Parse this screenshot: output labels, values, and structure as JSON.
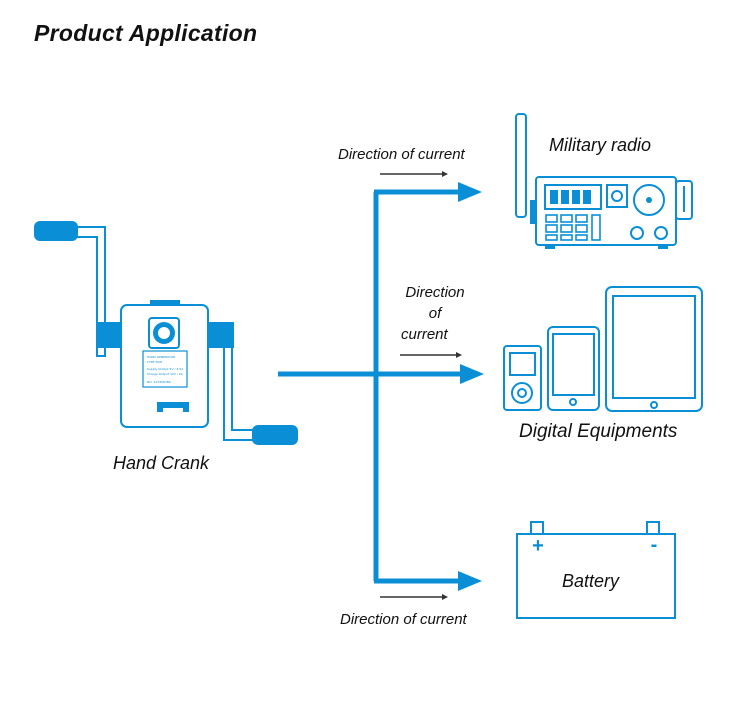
{
  "page": {
    "title": "Product Application"
  },
  "devices": {
    "hand_crank": {
      "label": "Hand Crank",
      "plate_lines": [
        "HAND GENERATOR",
        "TYPE        50W",
        "Supply Output  5V / 3.5A",
        "Charge Output  12V / 2A",
        "NO.   123456789"
      ]
    },
    "military_radio": {
      "label": "Military radio"
    },
    "digital_equipments": {
      "label": "Digital Equipments"
    },
    "battery": {
      "label": "Battery",
      "plus_sign": "+",
      "minus_sign": "-"
    }
  },
  "flow": {
    "direction_top": "Direction of current",
    "direction_middle": [
      "Direction",
      "of",
      "current"
    ],
    "direction_bottom": "Direction of current"
  },
  "colors": {
    "accent_blue": "#0a8fd6",
    "line_dark": "#333333",
    "text": "#111111"
  }
}
